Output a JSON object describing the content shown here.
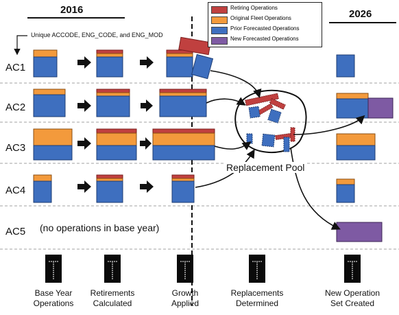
{
  "header": {
    "year_left": "2016",
    "year_right": "2026"
  },
  "key_note": "Unique ACCODE, ENG_CODE, and ENG_MOD",
  "legend": {
    "items": [
      {
        "label": "Retiring Operations",
        "color": "#c0403f"
      },
      {
        "label": "Original Fleet Operations",
        "color": "#f39a3c"
      },
      {
        "label": "Prior Forecasted Operations",
        "color": "#3e6fbf"
      },
      {
        "label": "New Forecasted Operations",
        "color": "#7e5aa3"
      }
    ]
  },
  "rows": [
    "AC1",
    "AC2",
    "AC3",
    "AC4",
    "AC5"
  ],
  "no_ops_text": "(no operations in base year)",
  "pool_label": "Replacement Pool",
  "steps": [
    {
      "line1": "Base Year",
      "line2": "Operations"
    },
    {
      "line1": "Retirements",
      "line2": "Calculated"
    },
    {
      "line1": "Growth",
      "line2": "Applied"
    },
    {
      "line1": "Replacements",
      "line2": "Determined"
    },
    {
      "line1": "New Operation",
      "line2": "Set Created"
    }
  ],
  "colors": {
    "retiring": "#c0403f",
    "original": "#f39a3c",
    "prior": "#3e6fbf",
    "new": "#7e5aa3"
  }
}
